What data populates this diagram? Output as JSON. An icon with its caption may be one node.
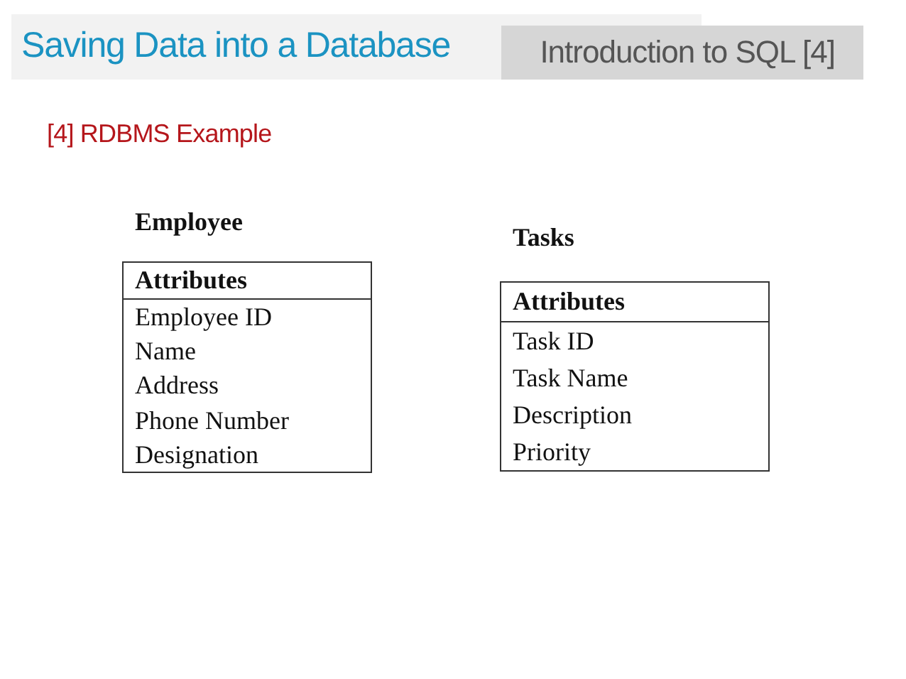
{
  "diagram": {
    "title": "Saving Data into a Database",
    "nodes": [
      {
        "text": [
          "Employee",
          "Attributes",
          "Employee ID",
          "Name",
          "Address",
          "Phone Number",
          "Designation"
        ]
      },
      {
        "text": [
          "Tasks",
          "Attributes",
          "Task ID",
          "Task Name",
          "Description",
          "Priority"
        ]
      }
    ],
    "labels": [
      "Introduction to SQL [4]",
      "[4] RDBMS Example"
    ]
  }
}
